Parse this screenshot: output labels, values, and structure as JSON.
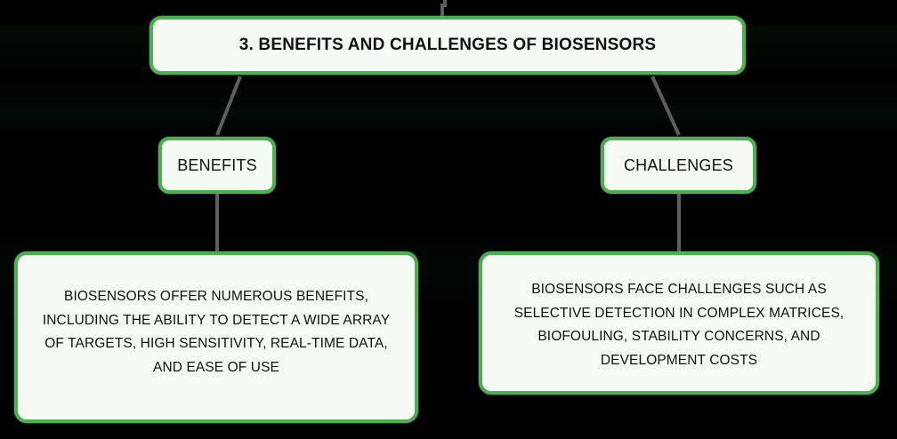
{
  "diagram": {
    "type": "hierarchy-tree",
    "orientation": "top-down",
    "colors": {
      "background": "#000000",
      "node_border": "#4cb050",
      "node_fill": "#f5faf5",
      "node_text": "#111111",
      "connector": "#5e5e5e"
    },
    "root": {
      "id": "root",
      "label": "3. BENEFITS AND CHALLENGES OF BIOSENSORS"
    },
    "branches": [
      {
        "id": "benefits",
        "label": "BENEFITS",
        "detail": "BIOSENSORS OFFER NUMEROUS BENEFITS,\nINCLUDING THE ABILITY TO DETECT A WIDE ARRAY\nOF TARGETS, HIGH SENSITIVITY, REAL-TIME DATA,\nAND EASE OF USE"
      },
      {
        "id": "challenges",
        "label": "CHALLENGES",
        "detail": "BIOSENSORS FACE CHALLENGES SUCH AS\nSELECTIVE DETECTION IN COMPLEX MATRICES,\nBIOFOULING, STABILITY CONCERNS, AND\nDEVELOPMENT COSTS"
      }
    ]
  }
}
